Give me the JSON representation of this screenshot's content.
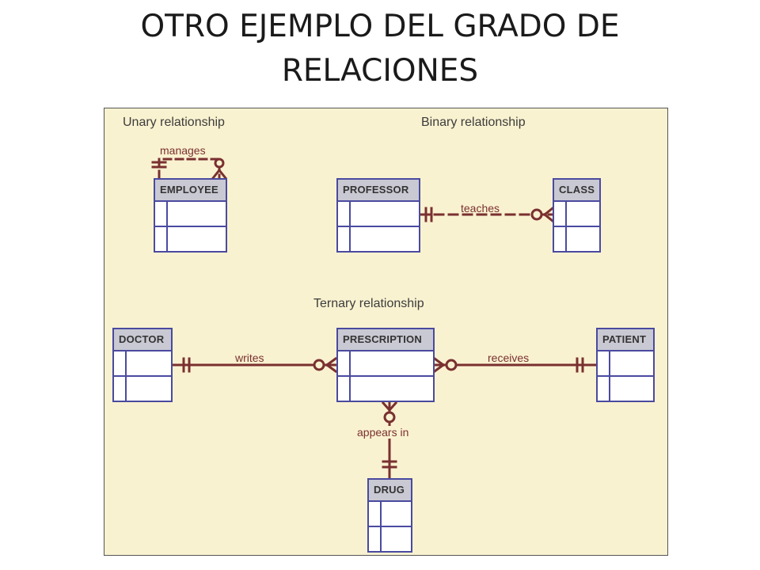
{
  "title": {
    "line1": "OTRO EJEMPLO DEL GRADO DE",
    "line2": "RELACIONES"
  },
  "sections": {
    "unary": "Unary relationship",
    "binary": "Binary relationship",
    "ternary": "Ternary relationship"
  },
  "entities": {
    "employee": "EMPLOYEE",
    "professor": "PROFESSOR",
    "class": "CLASS",
    "doctor": "DOCTOR",
    "prescription": "PRESCRIPTION",
    "patient": "PATIENT",
    "drug": "DRUG"
  },
  "relationships": {
    "manages": "manages",
    "teaches": "teaches",
    "writes": "writes",
    "receives": "receives",
    "appears_in": "appears in"
  },
  "colors": {
    "diagram_background": "#f9f2d0",
    "entity_border": "#4a4aa0",
    "entity_header": "#c9c9d3",
    "relationship_line": "#7a3030"
  }
}
